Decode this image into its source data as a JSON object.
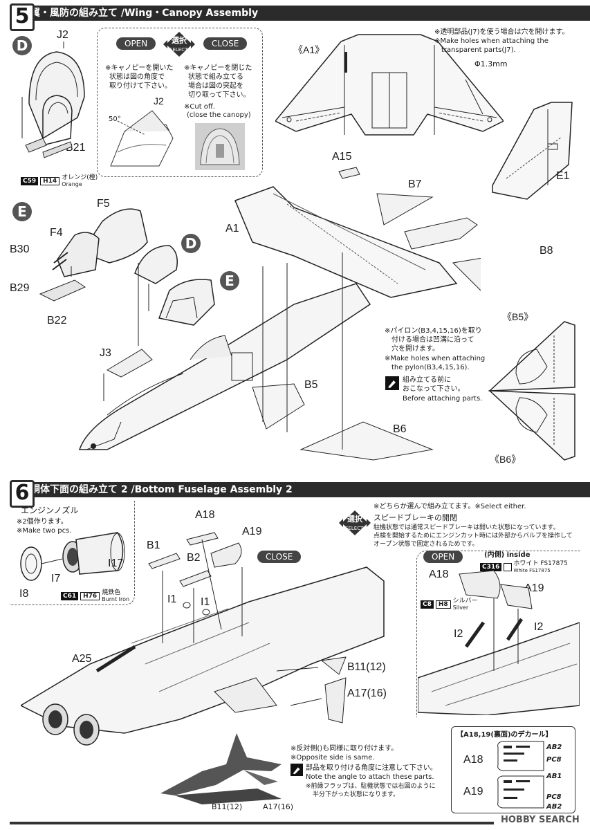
{
  "step5": {
    "number": "5",
    "title": "翼・風防の組み立て /Wing・Canopy Assembly",
    "sub_d": "D",
    "sub_e": "E",
    "parts": {
      "j2": "J2",
      "b21": "B21",
      "f5": "F5",
      "f4": "F4",
      "b30": "B30",
      "b29": "B29",
      "b22": "B22",
      "j3": "J3",
      "a1": "A1",
      "a15": "A15",
      "b7": "B7",
      "e1": "E1",
      "b8": "B8",
      "b5": "B5",
      "b6": "B6",
      "a1_view": "《A1》",
      "b5_view": "《B5》",
      "b6_view": "《B6》"
    },
    "paint": {
      "code1": "C59",
      "code2": "H14",
      "name_jp": "オレンジ(橙)",
      "name_en": "Orange"
    },
    "canopy_box": {
      "open": "OPEN",
      "close": "CLOSE",
      "select_jp": "選択",
      "select_en": "SELECT",
      "open_note_1": "※キャノピーを開いた",
      "open_note_2": "状態は図の角度で",
      "open_note_3": "取り付けて下さい。",
      "close_note_1": "※キャノピーを閉じた",
      "close_note_2": "状態で組み立てる",
      "close_note_3": "場合は図の突起を",
      "close_note_4": "切り取って下さい。",
      "cutoff_1": "※Cut off.",
      "cutoff_2": "(close the canopy)",
      "j2": "J2",
      "angle": "50°"
    },
    "j7_note_1": "※透明部品(J7)を使う場合は穴を開けます。",
    "j7_note_2": "※Make holes when attaching the",
    "j7_note_3": "transparent parts(J7).",
    "hole_size": "Φ1.3mm",
    "pylon_note_1": "※パイロン(B3,4,15,16)を取り",
    "pylon_note_2": "付ける場合は凹溝に沿って",
    "pylon_note_3": "穴を開けます。",
    "pylon_note_4": "※Make holes when attaching",
    "pylon_note_5": "the pylon(B3,4,15,16).",
    "before_1": "組み立てる前に",
    "before_2": "おこなって下さい。",
    "before_3": "Before attaching parts."
  },
  "step6": {
    "number": "6",
    "title": "胴体下面の組み立て 2 /Bottom Fuselage Assembly 2",
    "nozzle_jp": "エンジンノズル",
    "make2_jp": "※2個作ります。",
    "make2_en": "※Make two pcs.",
    "parts": {
      "i8": "I8",
      "i7": "I7",
      "i17": "I17",
      "a18": "A18",
      "a19": "A19",
      "b1": "B1",
      "b2": "B2",
      "i1a": "I1",
      "i1b": "I1",
      "a25": "A25",
      "b11": "B11(12)",
      "a17": "A17(16)",
      "i2a": "I2",
      "i2b": "I2",
      "a18_open": "A18",
      "a19_open": "A19",
      "b11_sm": "B11(12)",
      "a17_sm": "A17(16)"
    },
    "paint_nozzle": {
      "code1": "C61",
      "code2": "H76",
      "name_jp": "焼鉄色",
      "name_en": "Burnt Iron"
    },
    "paint_inside": {
      "label": "(内側) inside",
      "code1": "C316",
      "name_jp": "ホワイト FS17875",
      "name_en": "White FS17875"
    },
    "paint_silver": {
      "code1": "C8",
      "code2": "H8",
      "name_jp": "シルバー",
      "name_en": "Silver"
    },
    "close": "CLOSE",
    "open": "OPEN",
    "select_jp": "選択",
    "select_en": "SELECT",
    "select_note": "※どちらか選んで組み立てます。※Select either.",
    "brake_title": "スピードブレーキの開閉",
    "brake_1": "駐機状態では通常スピードブレーキは開いた状態になっています。",
    "brake_2": "点検を開始するためにエンジンカット時には外部からバルブを操作して",
    "brake_3": "オープン状態で固定されるためです。",
    "opp_jp": "※反対側()も同様に取り付けます。",
    "opp_en": "※Opposite side is same.",
    "angle_jp": "部品を取り付ける角度に注意して下さい。",
    "angle_en": "Note the angle to attach these parts.",
    "flap_1": "※前縁フラップは、駐機状態では右図のように",
    "flap_2": "半分下がった状態になります。",
    "decal_title": "【A18,19(裏面)のデカール】",
    "decal_a18": "A18",
    "decal_a19": "A19",
    "decal_ab2": "AB2",
    "decal_pc8": "PC8",
    "decal_ab1": "AB1",
    "decal_pc8b": "PC8",
    "decal_ab2b": "AB2"
  },
  "watermark": "HOBBY SEARCH"
}
